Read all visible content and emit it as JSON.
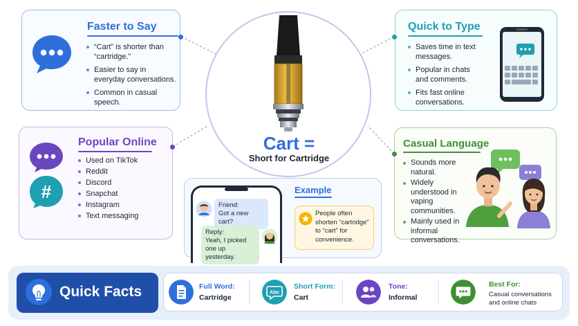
{
  "colors": {
    "blue": "#2f6fdb",
    "teal": "#1f9fb0",
    "purple": "#6b46c1",
    "green": "#3f8f33",
    "navy": "#1f4fa8",
    "amber": "#f4b400"
  },
  "faster": {
    "title": "Faster to Say",
    "icon": "chat-bubble-icon",
    "bullets": [
      "“Cart” is shorter than “cartridge.”",
      "Easier to say in everyday conversations.",
      "Common in casual speech."
    ]
  },
  "quick_type": {
    "title": "Quick to Type",
    "icon": "smartphone-icon",
    "bullets": [
      "Saves time in text messages.",
      "Popular in chats and comments.",
      "Fits fast online conversations."
    ]
  },
  "popular": {
    "title": "Popular Online",
    "icons": [
      "chat-bubble-icon",
      "hashtag-icon"
    ],
    "bullets": [
      "Used on TikTok",
      "Reddit",
      "Discord",
      "Snapchat",
      "Instagram",
      "Text messaging"
    ]
  },
  "casual": {
    "title": "Casual Language",
    "icon": "people-talking-icon",
    "bullets": [
      "Sounds more natural.",
      "Widely understood in vaping communities.",
      "Mainly used in informal conversations."
    ]
  },
  "center": {
    "title": "Cart =",
    "subtitle": "Short for Cartridge",
    "image": "vape-cartridge"
  },
  "example": {
    "title": "Example",
    "friend_label": "Friend:",
    "friend_text": "Got a new cart?",
    "reply_label": "Reply:",
    "reply_text": "Yeah, I picked one up yesterday.",
    "note": "People often shorten “cartridge” to “cart” for convenience."
  },
  "facts": {
    "label": "Quick Facts",
    "items": [
      {
        "key": "Full Word:",
        "value": "Cartridge",
        "icon": "document-icon"
      },
      {
        "key": "Short Form:",
        "value": "Cart",
        "icon": "abc-chat-icon"
      },
      {
        "key": "Tone:",
        "value": "Informal",
        "icon": "people-icon"
      },
      {
        "key": "Best For:",
        "value": "Casual conversations and online chats",
        "icon": "chat-icon"
      }
    ]
  }
}
